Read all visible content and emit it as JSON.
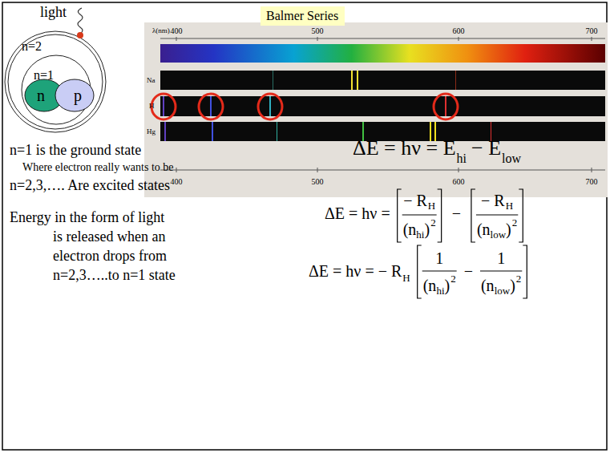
{
  "diagram": {
    "nodes": [
      {
        "text": [
          "n=2"
        ]
      },
      {
        "text": [
          "n=1"
        ],
        "in": 0
      },
      {
        "text": [
          "n"
        ],
        "in": 1
      },
      {
        "text": [
          "p"
        ],
        "in": 1
      },
      {
        "text": [
          "Balmer Series"
        ]
      }
    ],
    "labels": [
      "light",
      "λ(nm)",
      "400",
      "500",
      "600",
      "700",
      "Na",
      "H",
      "Hg",
      "400",
      "500",
      "600",
      "700",
      "n=1 is the ground state",
      "Where electron really wants to be",
      "n=2,3,…. Are excited states",
      "Energy in the form of light",
      "is released when an",
      "electron drops from",
      "n=2,3…..to n=1 state",
      "ΔE = hν = E",
      "hi",
      "− E",
      "low",
      "ΔE = hν =",
      "− R",
      "H",
      "(n",
      "hi",
      ")",
      "2",
      "−",
      "− R",
      "H",
      "(n",
      "low",
      ")",
      "2",
      "ΔE = hν = − R",
      "H",
      "1",
      "(n",
      "hi",
      ")",
      "2",
      "−",
      "1",
      "(n",
      "low",
      ")",
      "2"
    ]
  }
}
